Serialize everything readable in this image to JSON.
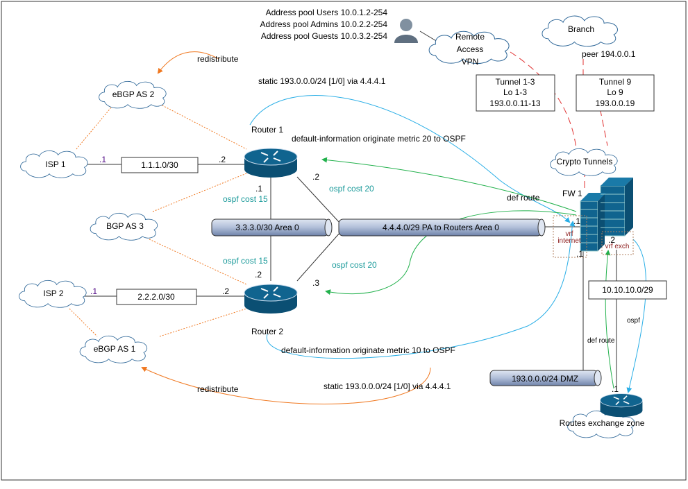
{
  "address_pools": [
    "Address pool Users 10.0.1.2-254",
    "Address pool Admins 10.0.2.2-254",
    "Address pool Guests 10.0.3.2-254"
  ],
  "clouds": {
    "remote_vpn": [
      "Remote",
      "Access",
      "VPN"
    ],
    "branch": "Branch",
    "crypto": "Crypto Tunnels",
    "ebgp2": "eBGP AS 2",
    "isp1": "ISP 1",
    "bgp3": "BGP AS 3",
    "isp2": "ISP 2",
    "ebgp1": "eBGP AS 1",
    "exchange": "Routes exchange zone"
  },
  "peer": "peer 194.0.0.1",
  "tunnel_boxes": [
    [
      "Tunnel 1-3",
      "Lo 1-3",
      "193.0.0.11-13"
    ],
    [
      "Tunnel 9",
      "Lo 9",
      "193.0.0.19"
    ]
  ],
  "labels": {
    "redistribute_top": "redistribute",
    "redistribute_bottom": "redistribute",
    "static_top": "static 193.0.0.0/24 [1/0] via 4.4.4.1",
    "static_bottom": "static 193.0.0.0/24 [1/0] via 4.4.4.1",
    "router1": "Router 1",
    "router2": "Router 2",
    "fw1": "FW 1",
    "dio20": "default-information originate metric 20 to OSPF",
    "dio10": "default-information originate metric 10 to OSPF",
    "ospf15a": "ospf cost 15",
    "ospf15b": "ospf cost 15",
    "ospf20a": "ospf cost 20",
    "ospf20b": "ospf cost 20",
    "def_route": "def route",
    "def_route2": "def route",
    "ospf": "ospf",
    "vrf_internet": [
      "vrf",
      "internet"
    ],
    "vrf_exch": "vrf exch"
  },
  "links": {
    "isp1": "1.1.1.0/30",
    "isp2": "2.2.2.0/30",
    "exch": "10.10.10.0/29"
  },
  "pipes": {
    "area0a": "3.3.3.0/30 Area 0",
    "area0b": "4.4.4.0/29 PA to Routers Area 0",
    "dmz": "193.0.0.0/24 DMZ"
  },
  "ifaces": {
    "isp1_1": ".1",
    "isp1_2": ".2",
    "r1_down": ".1",
    "r1_right": ".2",
    "r2_up": ".2",
    "r2_right": ".3",
    "isp2_1": ".1",
    "isp2_2": ".2",
    "fw_in": ".1",
    "fw_dmz": ".1",
    "fw_ex": ".2",
    "ex_r": ".1"
  },
  "colors": {
    "router": "#10648f",
    "orange": "#f07820",
    "blue": "#29aee6",
    "green": "#22b14c",
    "red": "#e03030"
  }
}
